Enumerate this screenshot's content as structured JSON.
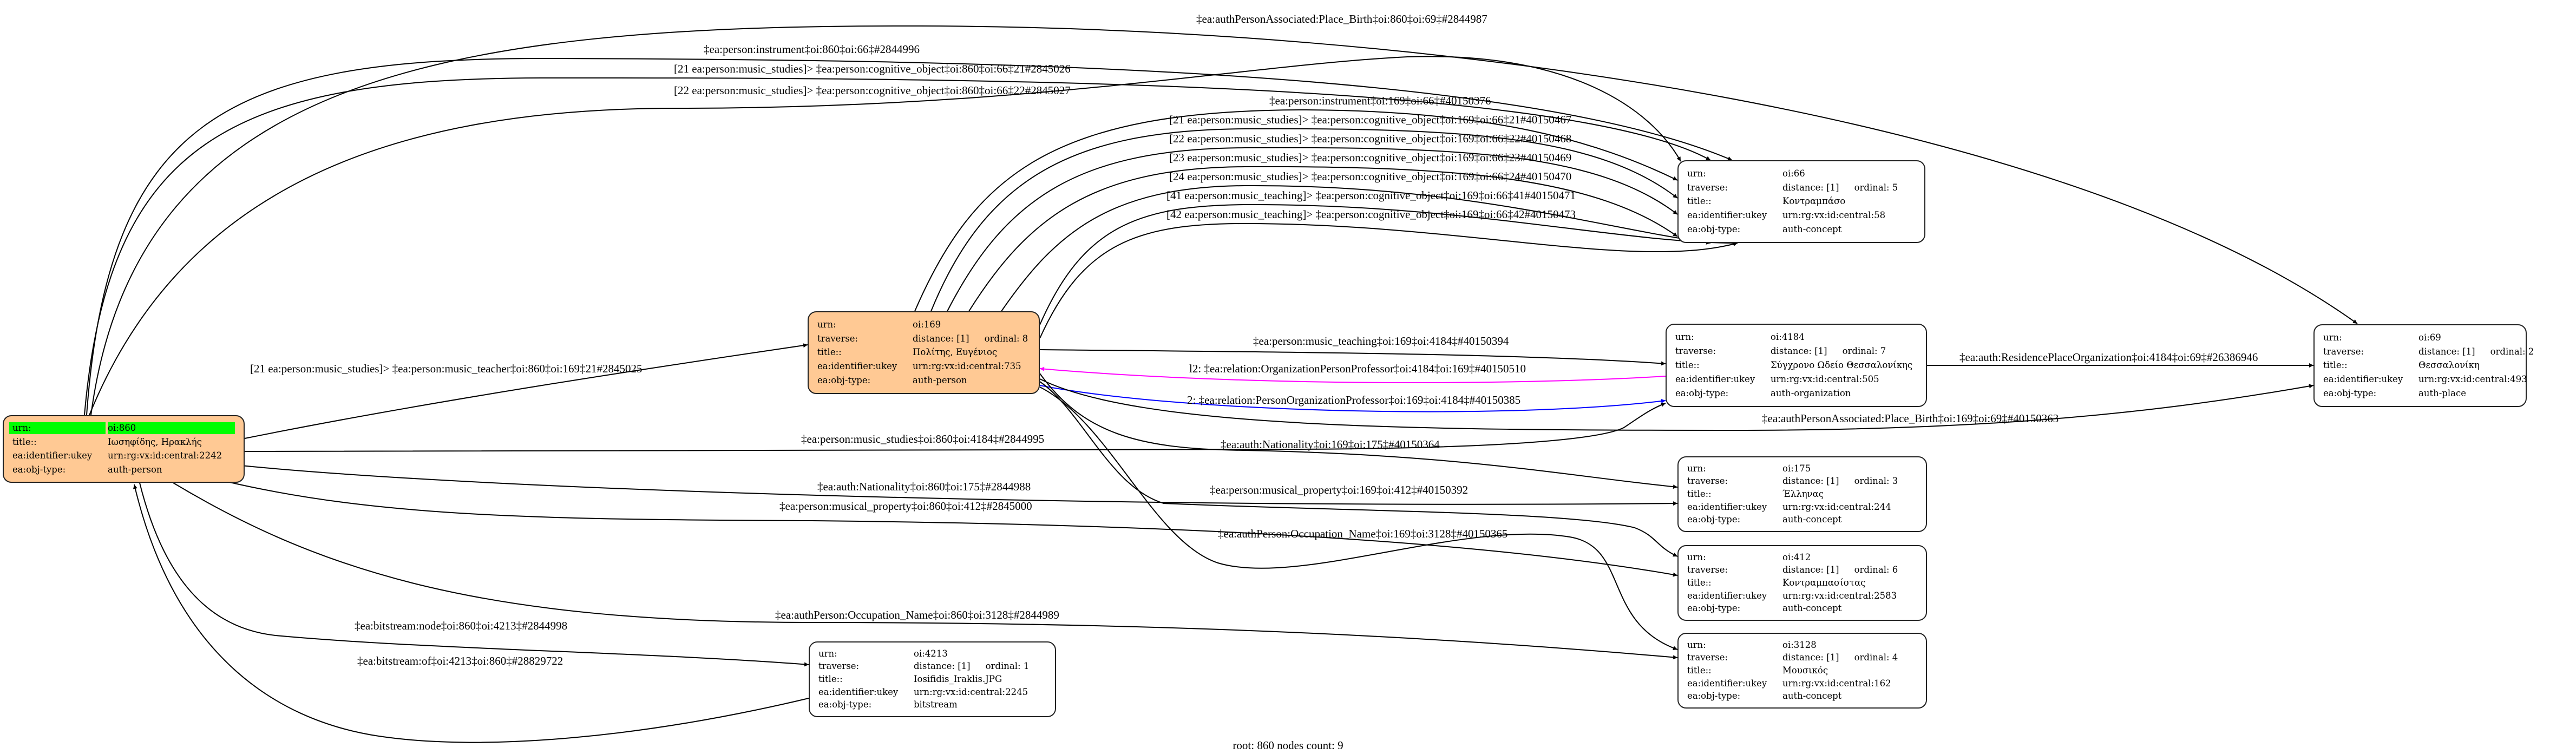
{
  "labels": {
    "urn": "urn:",
    "traverse": "traverse:",
    "title": "title::",
    "ukey": "ea:identifier:ukey",
    "obj_type": "ea:obj-type:"
  },
  "nodes": {
    "n860": {
      "urn": "oi:860",
      "title": "Ιωσηφίδης, Ηρακλής",
      "ukey": "urn:rg:vx:id:central:2242",
      "obj_type": "auth-person"
    },
    "n169": {
      "urn": "oi:169",
      "distance": "distance: [1]",
      "ordinal": "ordinal: 8",
      "title": "Πολίτης, Ευγένιος",
      "ukey": "urn:rg:vx:id:central:735",
      "obj_type": "auth-person"
    },
    "n66": {
      "urn": "oi:66",
      "distance": "distance: [1]",
      "ordinal": "ordinal: 5",
      "title": "Κοντραμπάσο",
      "ukey": "urn:rg:vx:id:central:58",
      "obj_type": "auth-concept"
    },
    "n4184": {
      "urn": "oi:4184",
      "distance": "distance: [1]",
      "ordinal": "ordinal: 7",
      "title": "Σύγχρονο Ωδείο Θεσσαλονίκης",
      "ukey": "urn:rg:vx:id:central:505",
      "obj_type": "auth-organization"
    },
    "n69": {
      "urn": "oi:69",
      "distance": "distance: [1]",
      "ordinal": "ordinal: 2",
      "title": "Θεσσαλονίκη",
      "ukey": "urn:rg:vx:id:central:493",
      "obj_type": "auth-place"
    },
    "n175": {
      "urn": "oi:175",
      "distance": "distance: [1]",
      "ordinal": "ordinal: 3",
      "title": "Έλληνας",
      "ukey": "urn:rg:vx:id:central:244",
      "obj_type": "auth-concept"
    },
    "n412": {
      "urn": "oi:412",
      "distance": "distance: [1]",
      "ordinal": "ordinal: 6",
      "title": "Κοντραμπασίστας",
      "ukey": "urn:rg:vx:id:central:2583",
      "obj_type": "auth-concept"
    },
    "n3128": {
      "urn": "oi:3128",
      "distance": "distance: [1]",
      "ordinal": "ordinal: 4",
      "title": "Μουσικός",
      "ukey": "urn:rg:vx:id:central:162",
      "obj_type": "auth-concept"
    },
    "n4213": {
      "urn": "oi:4213",
      "distance": "distance: [1]",
      "ordinal": "ordinal: 1",
      "title": "Iosifidis_Iraklis.JPG",
      "ukey": "urn:rg:vx:id:central:2245",
      "obj_type": "bitstream"
    }
  },
  "colors": {
    "person_fill": "#ffc994",
    "root_highlight": "#00ff00",
    "edge": "#000000",
    "edge_org_person": "#ff00ff",
    "edge_person_org": "#0000ff"
  },
  "edges": [
    {
      "from": "oi:860",
      "to": "oi:69",
      "label": "‡ea:authPersonAssociated:Place_Birth‡oi:860‡oi:69‡#2844987"
    },
    {
      "from": "oi:860",
      "to": "oi:66",
      "label": "‡ea:person:instrument‡oi:860‡oi:66‡#2844996"
    },
    {
      "from": "oi:860",
      "to": "oi:66",
      "label": "[21 ea:person:music_studies]> ‡ea:person:cognitive_object‡oi:860‡oi:66‡21#2845026"
    },
    {
      "from": "oi:860",
      "to": "oi:66",
      "label": "[22 ea:person:music_studies]> ‡ea:person:cognitive_object‡oi:860‡oi:66‡22#2845027"
    },
    {
      "from": "oi:169",
      "to": "oi:66",
      "label": "‡ea:person:instrument‡oi:169‡oi:66‡#40150376"
    },
    {
      "from": "oi:169",
      "to": "oi:66",
      "label": "[21 ea:person:music_studies]> ‡ea:person:cognitive_object‡oi:169‡oi:66‡21#40150467"
    },
    {
      "from": "oi:169",
      "to": "oi:66",
      "label": "[22 ea:person:music_studies]> ‡ea:person:cognitive_object‡oi:169‡oi:66‡22#40150468"
    },
    {
      "from": "oi:169",
      "to": "oi:66",
      "label": "[23 ea:person:music_studies]> ‡ea:person:cognitive_object‡oi:169‡oi:66‡23#40150469"
    },
    {
      "from": "oi:169",
      "to": "oi:66",
      "label": "[24 ea:person:music_studies]> ‡ea:person:cognitive_object‡oi:169‡oi:66‡24#40150470"
    },
    {
      "from": "oi:169",
      "to": "oi:66",
      "label": "[41 ea:person:music_teaching]> ‡ea:person:cognitive_object‡oi:169‡oi:66‡41#40150471"
    },
    {
      "from": "oi:169",
      "to": "oi:66",
      "label": "[42 ea:person:music_teaching]> ‡ea:person:cognitive_object‡oi:169‡oi:66‡42#40150473"
    },
    {
      "from": "oi:860",
      "to": "oi:169",
      "label": "[21 ea:person:music_studies]> ‡ea:person:music_teacher‡oi:860‡oi:169‡21#2845025"
    },
    {
      "from": "oi:169",
      "to": "oi:4184",
      "label": "‡ea:person:music_teaching‡oi:169‡oi:4184‡#40150394"
    },
    {
      "from": "oi:4184",
      "to": "oi:169",
      "label": "l2: ‡ea:relation:OrganizationPersonProfessor‡oi:4184‡oi:169‡#40150510"
    },
    {
      "from": "oi:169",
      "to": "oi:4184",
      "label": "2: ‡ea:relation:PersonOrganizationProfessor‡oi:169‡oi:4184‡#40150385"
    },
    {
      "from": "oi:4184",
      "to": "oi:69",
      "label": "‡ea:auth:ResidencePlaceOrganization‡oi:4184‡oi:69‡#26386946"
    },
    {
      "from": "oi:169",
      "to": "oi:69",
      "label": "‡ea:authPersonAssociated:Place_Birth‡oi:169‡oi:69‡#40150363"
    },
    {
      "from": "oi:860",
      "to": "oi:4184",
      "label": "‡ea:person:music_studies‡oi:860‡oi:4184‡#2844995"
    },
    {
      "from": "oi:169",
      "to": "oi:175",
      "label": "‡ea:auth:Nationality‡oi:169‡oi:175‡#40150364"
    },
    {
      "from": "oi:860",
      "to": "oi:175",
      "label": "‡ea:auth:Nationality‡oi:860‡oi:175‡#2844988"
    },
    {
      "from": "oi:169",
      "to": "oi:412",
      "label": "‡ea:person:musical_property‡oi:169‡oi:412‡#40150392"
    },
    {
      "from": "oi:860",
      "to": "oi:412",
      "label": "‡ea:person:musical_property‡oi:860‡oi:412‡#2845000"
    },
    {
      "from": "oi:169",
      "to": "oi:3128",
      "label": "‡ea:authPerson:Occupation_Name‡oi:169‡oi:3128‡#40150365"
    },
    {
      "from": "oi:860",
      "to": "oi:3128",
      "label": "‡ea:authPerson:Occupation_Name‡oi:860‡oi:3128‡#2844989"
    },
    {
      "from": "oi:860",
      "to": "oi:4213",
      "label": "‡ea:bitstream:node‡oi:860‡oi:4213‡#2844998"
    },
    {
      "from": "oi:4213",
      "to": "oi:860",
      "label": "‡ea:bitstream:of‡oi:4213‡oi:860‡#28829722"
    }
  ],
  "footer": "root: 860 nodes count: 9"
}
